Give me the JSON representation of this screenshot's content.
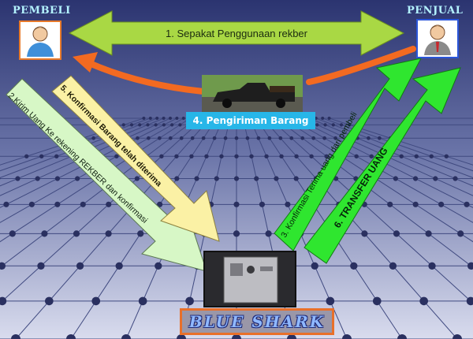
{
  "parties": {
    "buyer": {
      "label": "PEMBELI",
      "icon": "user-icon"
    },
    "seller": {
      "label": "PENJUAL",
      "icon": "user-icon"
    }
  },
  "steps": {
    "s1": "1. Sepakat Penggunaan rekber",
    "s2": "2.Kirim Uang Ke rekening REKBER dan konfirmasi",
    "s3": "3. Konfirmasi Terima uang dari pembeli",
    "s4": "4. Pengiriman Barang",
    "s5": "5. Konfirmasi Barang telah diterima",
    "s6": "6. TRANSFER   UANG"
  },
  "brand": "BLUE  SHARK",
  "colors": {
    "agreement_arrow": "#a9d844",
    "delivery_arrow": "#f36a21",
    "payment_arrow": "#d7f7c6",
    "received_arrow": "#fbf1a5",
    "seller_arrows": "#2fe62f",
    "background": "#6f7aa8"
  }
}
